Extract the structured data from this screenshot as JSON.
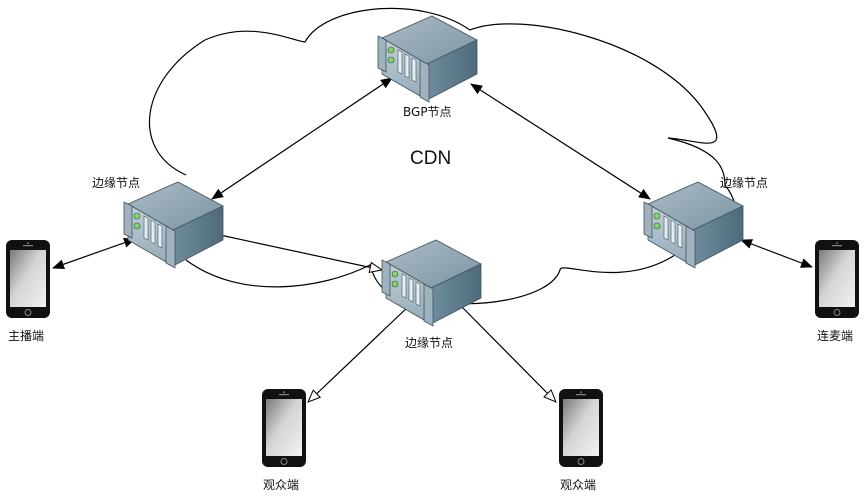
{
  "diagram": {
    "title": "CDN",
    "nodes": {
      "bgp": {
        "label": "BGP节点",
        "type": "server"
      },
      "edge_left": {
        "label": "边缘节点",
        "type": "server"
      },
      "edge_center": {
        "label": "边缘节点",
        "type": "server"
      },
      "edge_right": {
        "label": "边缘节点",
        "type": "server"
      },
      "broadcaster": {
        "label": "主播端",
        "type": "phone"
      },
      "co_host": {
        "label": "连麦端",
        "type": "phone"
      },
      "viewer_1": {
        "label": "观众端",
        "type": "phone"
      },
      "viewer_2": {
        "label": "观众端",
        "type": "phone"
      }
    },
    "edges": [
      {
        "from": "edge_left",
        "to": "bgp",
        "style": "bidirectional-filled"
      },
      {
        "from": "bgp",
        "to": "edge_right",
        "style": "bidirectional-filled"
      },
      {
        "from": "broadcaster",
        "to": "edge_left",
        "style": "bidirectional-filled"
      },
      {
        "from": "edge_right",
        "to": "co_host",
        "style": "bidirectional-filled"
      },
      {
        "from": "edge_left",
        "to": "edge_center",
        "style": "open-arrow"
      },
      {
        "from": "edge_center",
        "to": "viewer_1",
        "style": "open-arrow"
      },
      {
        "from": "edge_center",
        "to": "viewer_2",
        "style": "open-arrow"
      }
    ],
    "colors": {
      "server_top": "#8ea3b0",
      "server_front": "#a9bcc8",
      "server_side": "#5e7c8c",
      "led": "#7fd66b",
      "line": "#000000"
    }
  }
}
